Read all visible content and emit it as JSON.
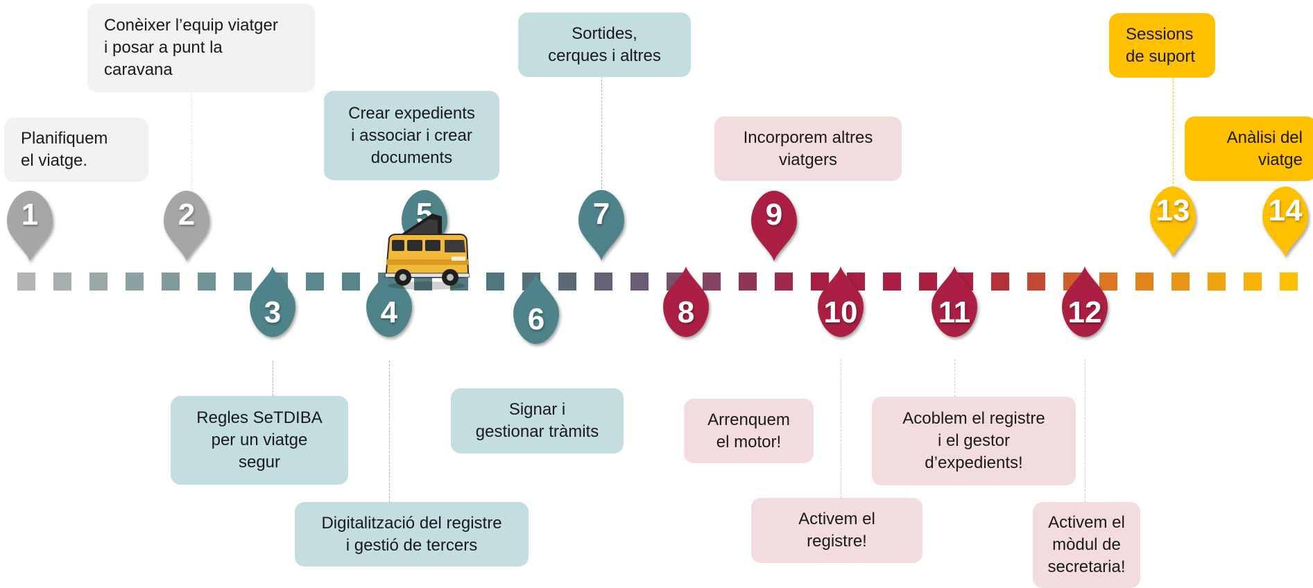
{
  "colors": {
    "gray": "#a6a6a6",
    "teal": "#4e8389",
    "crimson": "#ab1f42",
    "gold": "#ffc000",
    "box_gray": "#f2f2f2",
    "box_teal": "#c3dde0",
    "box_pink": "#f2dcdd",
    "box_gold": "#ffc000"
  },
  "van_icon": "camper-van-icon",
  "milestones": [
    {
      "number": "1",
      "label": "Planifiquem\nel viatge.",
      "color": "gray"
    },
    {
      "number": "2",
      "label": "Conèixer l’equip viatger\ni posar a punt la\ncaravana",
      "color": "gray"
    },
    {
      "number": "3",
      "label": "Regles SeTDIBA\nper un viatge\nsegur",
      "color": "teal"
    },
    {
      "number": "4",
      "label": "Digitalització del registre\ni gestió de tercers",
      "color": "teal"
    },
    {
      "number": "5",
      "label": "Crear expedients\ni associar i crear\ndocuments",
      "color": "teal"
    },
    {
      "number": "6",
      "label": "Signar i\ngestionar tràmits",
      "color": "teal"
    },
    {
      "number": "7",
      "label": "Sortides,\ncerques i altres",
      "color": "teal"
    },
    {
      "number": "8",
      "label": "Arrenquem\nel motor!",
      "color": "crimson"
    },
    {
      "number": "9",
      "label": "Incorporem altres\nviatgers",
      "color": "crimson"
    },
    {
      "number": "10",
      "label": "Activem el\nregistre!",
      "color": "crimson"
    },
    {
      "number": "11",
      "label": "Acoblem el  registre\ni el gestor\nd’expedients!",
      "color": "crimson"
    },
    {
      "number": "12",
      "label": "Activem el\nmòdul de\nsecretaria!",
      "color": "crimson"
    },
    {
      "number": "13",
      "label": "Sessions\nde suport",
      "color": "gold"
    },
    {
      "number": "14",
      "label": "Anàlisi del\nviatge",
      "color": "gold"
    }
  ]
}
